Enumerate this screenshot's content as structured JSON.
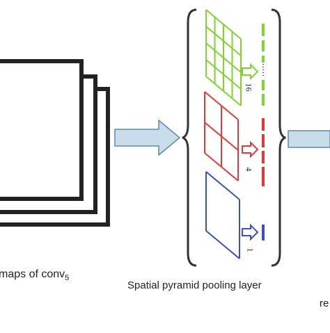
{
  "labels": {
    "feature_maps": "maps of conv",
    "feature_maps_subscript": "5",
    "spp_layer": "Spatial pyramid pooling layer",
    "right_partial": "re"
  },
  "levels": [
    {
      "grid": 4,
      "bins": "16",
      "color": "#7cd62e"
    },
    {
      "grid": 2,
      "bins": "4",
      "color": "#e23a3a"
    },
    {
      "grid": 1,
      "bins": "1",
      "color": "#3a4fc0"
    }
  ],
  "colors": {
    "arrow_fill": "#c9dcea",
    "arrow_stroke": "#5f87a8",
    "stack_stroke": "#222222",
    "brace": "#333333"
  }
}
